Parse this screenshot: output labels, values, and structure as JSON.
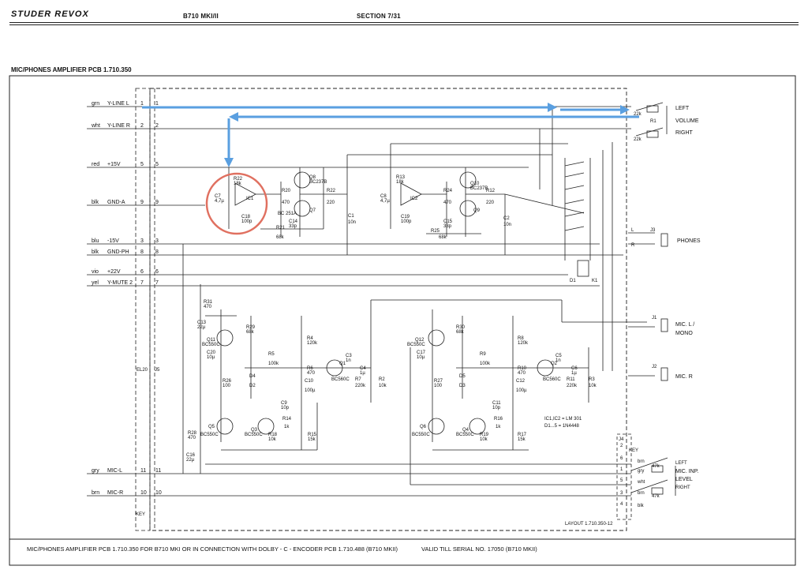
{
  "header": {
    "brand": "STUDER REVOX",
    "model": "B710 MKI/II",
    "section": "SECTION 7/31"
  },
  "title": "MIC/PHONES AMPLIFIER PCB 1.710.350",
  "footer": {
    "left": "MIC/PHONES AMPLIFIER PCB 1.710.350 FOR B710 MKI OR IN CONNECTION WITH DOLBY - C - ENCODER PCB 1.710.488 (B710 MKII)",
    "right": "VALID TILL SERIAL NO. 17050 (B710 MKII)"
  },
  "left_connector": {
    "pins": [
      {
        "wire": "grn",
        "signal": "Y-LINE L",
        "pin": "1"
      },
      {
        "wire": "wht",
        "signal": "Y-LINE R",
        "pin": "2"
      },
      {
        "wire": "red",
        "signal": "+15V",
        "pin": "5"
      },
      {
        "wire": "blk",
        "signal": "GND-A",
        "pin": "9"
      },
      {
        "wire": "blu",
        "signal": "-15V",
        "pin": "3"
      },
      {
        "wire": "blk",
        "signal": "GND-PH",
        "pin": "8"
      },
      {
        "wire": "vio",
        "signal": "+22V",
        "pin": "6"
      },
      {
        "wire": "yel",
        "signal": "Y-MUTE 2",
        "pin": "7"
      },
      {
        "wire": "gry",
        "signal": "MIC-L",
        "pin": "11"
      },
      {
        "wire": "brn",
        "signal": "MIC-R",
        "pin": "10"
      }
    ],
    "el20": "EL20",
    "j5": "J5",
    "key": "KEY"
  },
  "right_labels": {
    "left": "LEFT",
    "volume": "VOLUME",
    "right": "RIGHT",
    "phones": "PHONES",
    "mic_l": "MIC. L /",
    "mono": "MONO",
    "mic_r": "MIC. R",
    "mic_left": "LEFT",
    "mic_inp": "MIC. INP.",
    "level": "LEVEL",
    "mic_right": "RIGHT",
    "key": "KEY",
    "j1": "J1",
    "j2": "J2",
    "j3": "J3",
    "j4": "J4",
    "r1": "R1",
    "k1": "K1",
    "d1": "D1",
    "l": "L",
    "r": "R",
    "pot_volume_l": "22k",
    "pot_volume_r": "22k",
    "pot_mic_l": "47k",
    "pot_mic_r": "47k",
    "j4_wires": [
      "brn",
      "gry",
      "wht",
      "brn",
      "blk"
    ],
    "j4_pins": [
      "2",
      "6",
      "1",
      "5",
      "3",
      "4"
    ]
  },
  "components": {
    "upper": [
      "R22",
      "18k",
      "C7",
      "4,7µ",
      "IC1",
      "C18",
      "100p",
      "R20",
      "470",
      "Q8",
      "BC237B",
      "R22",
      "220",
      "Q7",
      "BC 251A",
      "R21",
      "C14",
      "33p",
      "68k",
      "C1",
      "10n",
      "R13",
      "18k",
      "C8",
      "4,7µ",
      "IC2",
      "C19",
      "100p",
      "R24",
      "470",
      "Q10",
      "BC237B",
      "R12",
      "220",
      "Q9",
      "R25",
      "C15",
      "33p",
      "68k",
      "C2",
      "10n"
    ],
    "lower": [
      "R31",
      "470",
      "C13",
      "22µ",
      "Q11",
      "BC550C",
      "R29",
      "68k",
      "R4",
      "120k",
      "R5",
      "100k",
      "C3",
      "1n",
      "C20",
      "10µ",
      "R26",
      "100",
      "D4",
      "D2",
      "R6",
      "470",
      "C10",
      "100µ",
      "Q1",
      "BC560C",
      "C4",
      "1µ",
      "R7",
      "220k",
      "R2",
      "10k",
      "C9",
      "10p",
      "R14",
      "1k",
      "Q5",
      "BC550C",
      "Q3",
      "BC550C",
      "R18",
      "10k",
      "R15",
      "15k",
      "R28",
      "470",
      "C16",
      "22µ",
      "Q12",
      "BC550C",
      "R30",
      "68k",
      "R8",
      "120k",
      "R9",
      "100k",
      "C5",
      "1n",
      "C17",
      "10µ",
      "R27",
      "100",
      "D5",
      "D3",
      "R10",
      "470",
      "C12",
      "100µ",
      "Q2",
      "BC560C",
      "C6",
      "1µ",
      "R11",
      "220k",
      "R3",
      "10k",
      "C11",
      "10p",
      "R16",
      "1k",
      "Q6",
      "BC550C",
      "Q4",
      "BC550C",
      "R19",
      "10k",
      "R17",
      "15k"
    ],
    "notes": [
      "IC1,IC2 = LM 301",
      "D1...5 = 1N4448"
    ],
    "layout": "LAYOUT 1.710.350-12"
  },
  "colors": {
    "annotation_arrow": "#5a9fe0",
    "highlight_circle": "#e07060",
    "ink": "#111111"
  }
}
